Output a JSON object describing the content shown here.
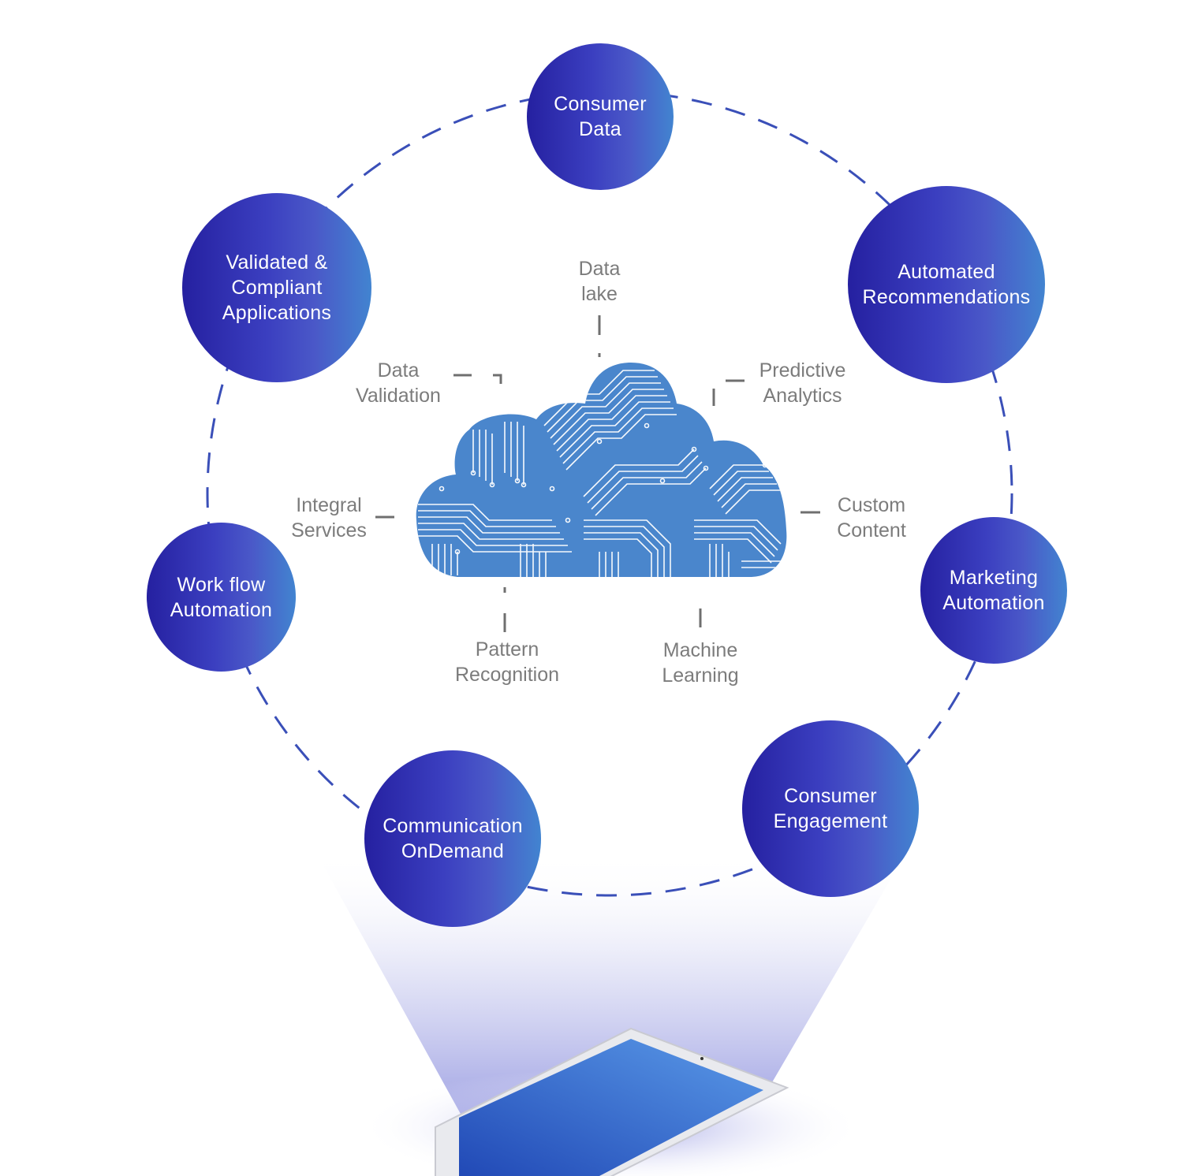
{
  "nodes": {
    "consumer_data": "Consumer\nData",
    "validated_compliant": "Validated &\nCompliant\nApplications",
    "automated_recommendations": "Automated\nRecommendations",
    "workflow_automation": "Work flow\nAutomation",
    "marketing_automation": "Marketing\nAutomation",
    "communication_ondemand": "Communication\nOnDemand",
    "consumer_engagement": "Consumer\nEngagement"
  },
  "cloud_labels": {
    "data_lake": "Data\nlake",
    "data_validation": "Data\nValidation",
    "predictive_analytics": "Predictive\nAnalytics",
    "integral_services": "Integral\nServices",
    "custom_content": "Custom\nContent",
    "pattern_recognition": "Pattern\nRecognition",
    "machine_learning": "Machine\nLearning"
  },
  "colors": {
    "node_gradient_start": "#2520a0",
    "node_gradient_end": "#4284d0",
    "ring_dash": "#3a4fb8",
    "cloud_fill": "#4a86cc",
    "cloud_circuit": "#ffffff",
    "label_text": "#7c7c7c",
    "connector": "#6f6f6f",
    "tablet_screen": "#3b78dc"
  }
}
